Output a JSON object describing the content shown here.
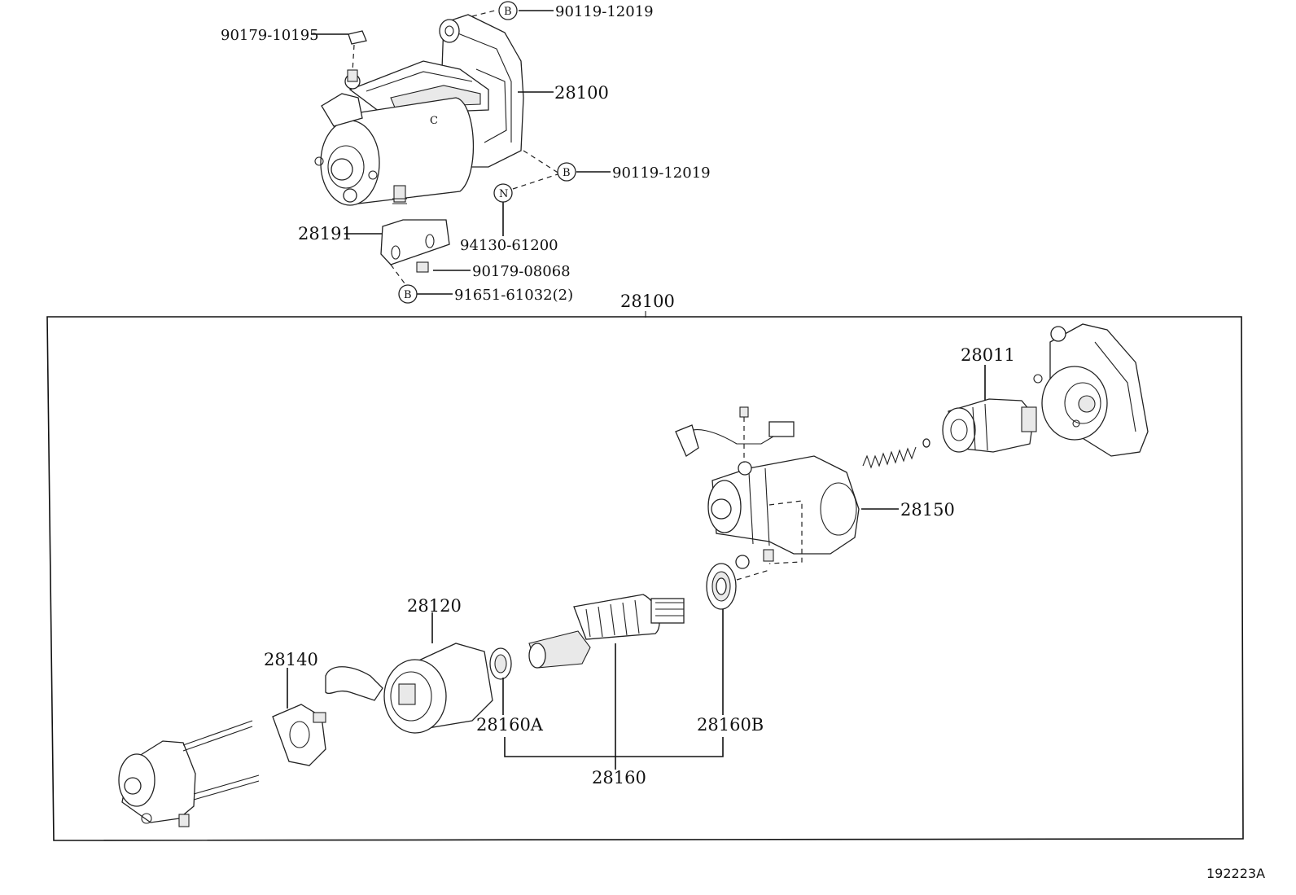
{
  "labels": {
    "bolt_top_b": "90119-12019",
    "bolt_left": "90179-10195",
    "assembly_top": "28100",
    "bolt_mid_b": "90119-12019",
    "n_part": "94130-61200",
    "bracket": "28191",
    "nut": "90179-08068",
    "bolt_bottom_b": "91651-61032(2)",
    "assembly_box": "28100",
    "clutch": "28011",
    "switch": "28150",
    "yoke": "28120",
    "brush_holder": "28140",
    "bearing_a": "28160A",
    "bearing_b": "28160B",
    "armature": "28160"
  },
  "markers": {
    "b": "B",
    "n": "N"
  },
  "figure_id": "192223A"
}
